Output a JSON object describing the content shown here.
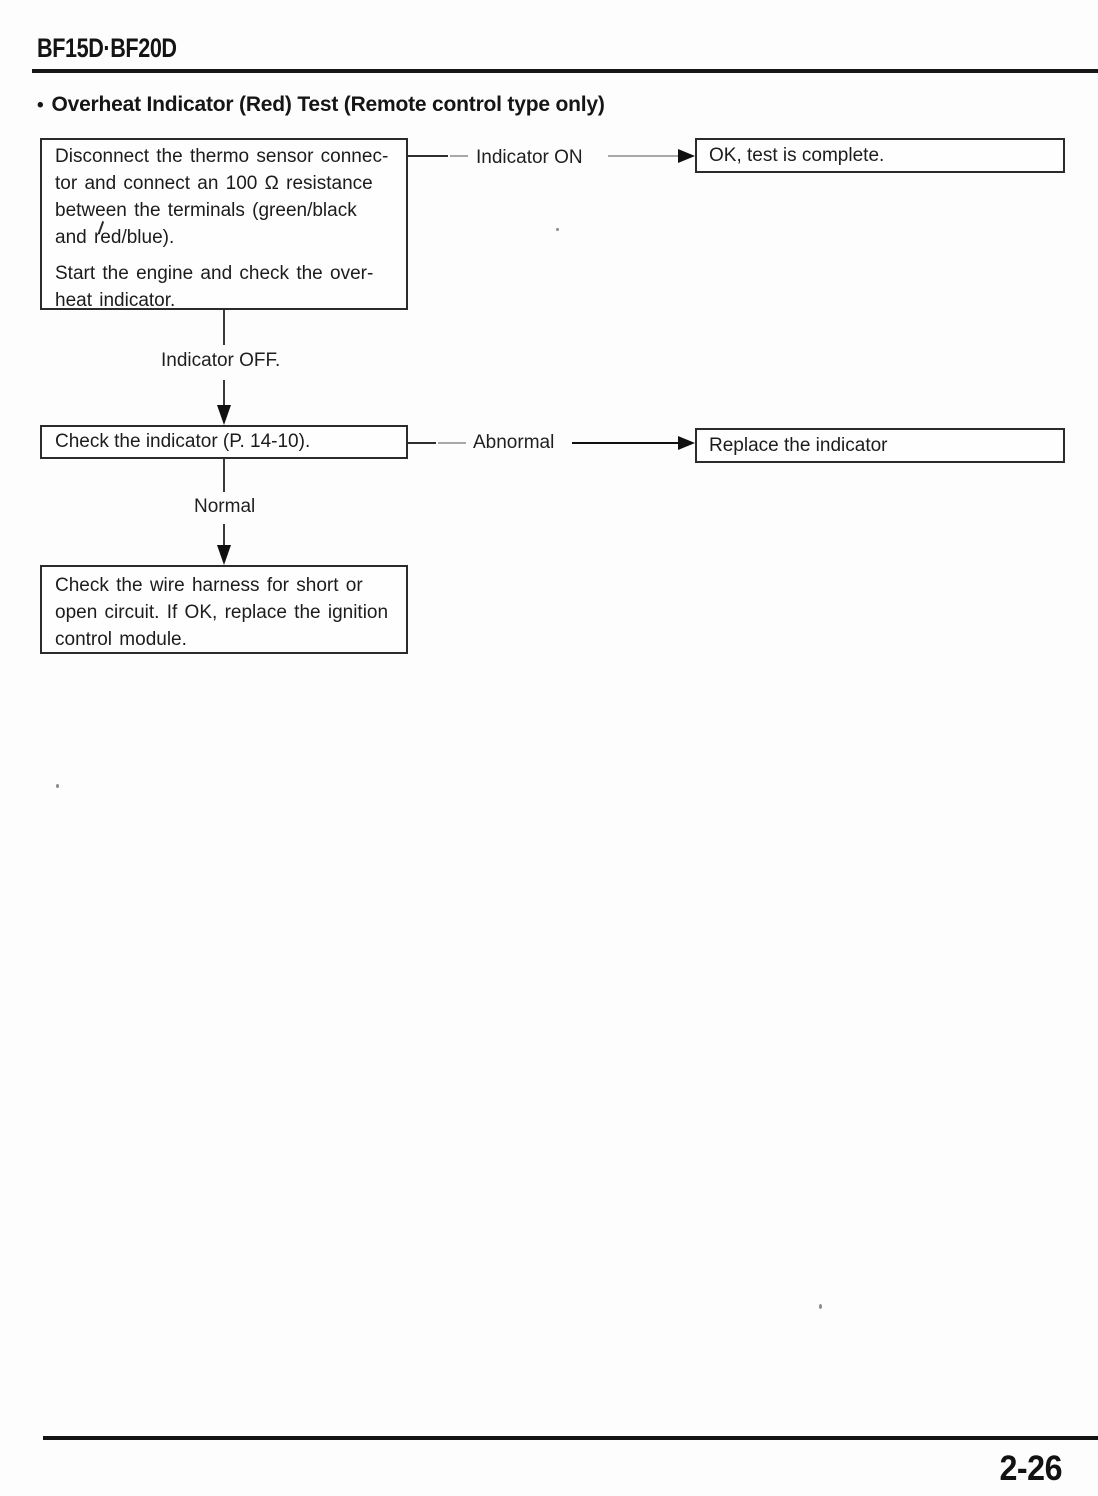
{
  "header": {
    "model": "BF15D·BF20D"
  },
  "title": {
    "bullet": "•",
    "text": "Overheat Indicator (Red) Test (Remote control type only)"
  },
  "flowchart": {
    "start_box": {
      "p1_lines": [
        "Disconnect the thermo sensor connec-",
        "tor and connect an 100 Ω  resistance",
        "between the terminals (green/black",
        "and red/blue)."
      ],
      "p2_lines": [
        "Start the engine and check the over-",
        "heat indicator."
      ]
    },
    "branch1_label": "Indicator ON",
    "result1_text": "OK, test is complete.",
    "down1_label": "Indicator OFF.",
    "check_box_text": "Check the indicator (P. 14-10).",
    "branch2_label": "Abnormal",
    "result2_text": "Replace the indicator",
    "down2_label": "Normal",
    "final_box_lines": [
      "Check the wire harness for short or",
      "open circuit. If OK, replace the ignition",
      "control module."
    ]
  },
  "footer": {
    "page_number": "2-26"
  },
  "colors": {
    "ink": "#1a1a1a",
    "rule": "#161616",
    "faint_line": "#a8a8a8",
    "paper": "#fdfdfd"
  }
}
